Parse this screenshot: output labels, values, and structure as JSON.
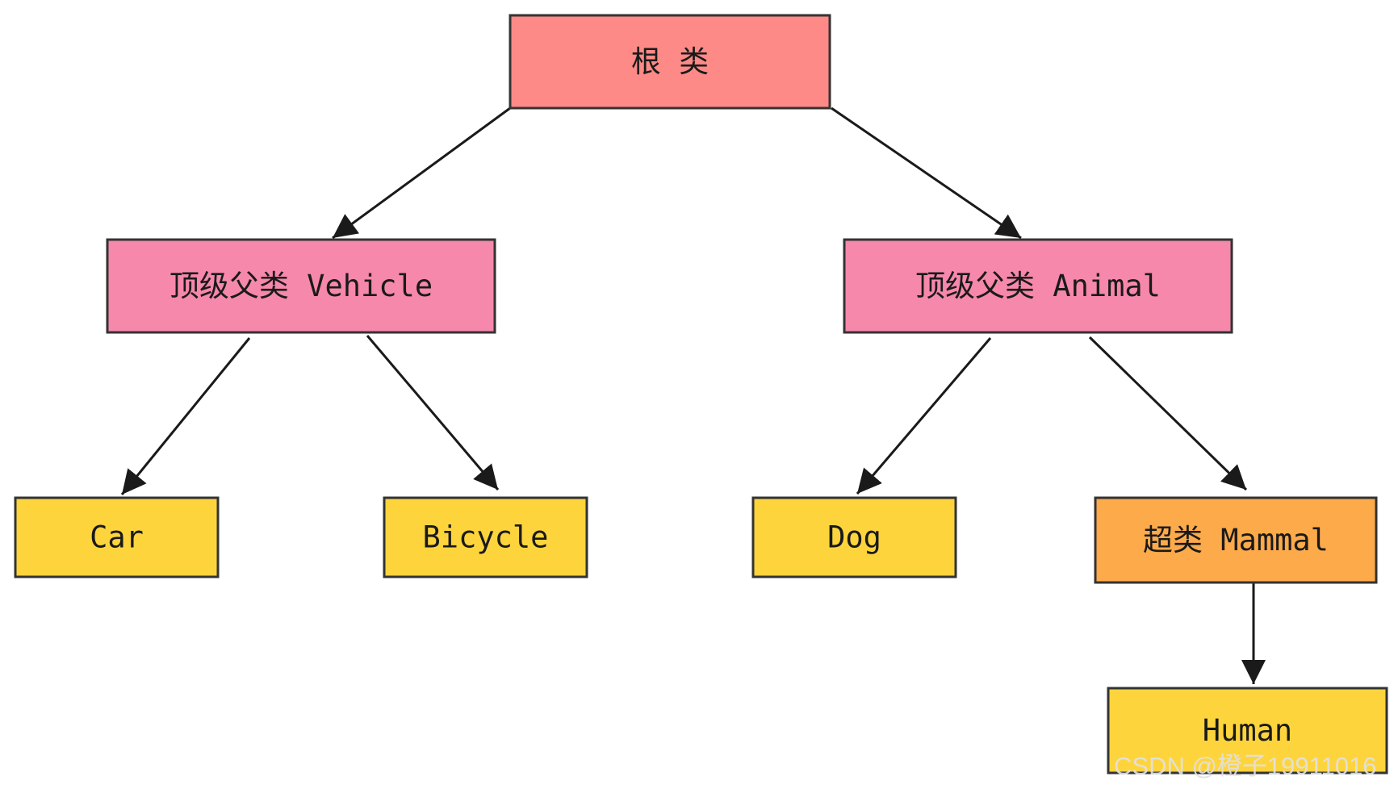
{
  "diagram": {
    "type": "class-hierarchy-tree",
    "colors": {
      "root": "#fe8a87",
      "top": "#f688ab",
      "leaf": "#fed43d",
      "super": "#fdaa4a",
      "stroke": "#333333",
      "edge": "#1a1a1a"
    },
    "nodes": [
      {
        "id": "root",
        "label": "根  类",
        "kind": "root"
      },
      {
        "id": "vehicle",
        "label": "顶级父类 Vehicle",
        "kind": "top"
      },
      {
        "id": "animal",
        "label": "顶级父类 Animal",
        "kind": "top"
      },
      {
        "id": "car",
        "label": "Car",
        "kind": "leaf"
      },
      {
        "id": "bicycle",
        "label": "Bicycle",
        "kind": "leaf"
      },
      {
        "id": "dog",
        "label": "Dog",
        "kind": "leaf"
      },
      {
        "id": "mammal",
        "label": "超类 Mammal",
        "kind": "super"
      },
      {
        "id": "human",
        "label": "Human",
        "kind": "leaf"
      }
    ],
    "edges": [
      {
        "from": "root",
        "to": "vehicle"
      },
      {
        "from": "root",
        "to": "animal"
      },
      {
        "from": "vehicle",
        "to": "car"
      },
      {
        "from": "vehicle",
        "to": "bicycle"
      },
      {
        "from": "animal",
        "to": "dog"
      },
      {
        "from": "animal",
        "to": "mammal"
      },
      {
        "from": "mammal",
        "to": "human"
      }
    ]
  },
  "watermark": "CSDN @橙子19911016"
}
